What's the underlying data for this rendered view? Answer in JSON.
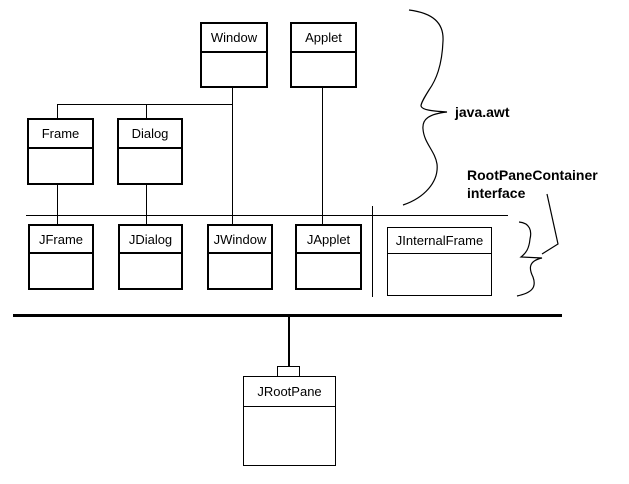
{
  "colors": {
    "background": "#ffffff",
    "ink": "#000000"
  },
  "classes": [
    {
      "name": "Window"
    },
    {
      "name": "Applet"
    },
    {
      "name": "Frame"
    },
    {
      "name": "Dialog"
    },
    {
      "name": "JFrame"
    },
    {
      "name": "JDialog"
    },
    {
      "name": "JWindow"
    },
    {
      "name": "JApplet"
    },
    {
      "name": "JInternalFrame"
    },
    {
      "name": "JRootPane"
    }
  ],
  "annotations": {
    "package": "java.awt",
    "interface_name": "RootPaneContainer",
    "interface_word": "interface"
  }
}
